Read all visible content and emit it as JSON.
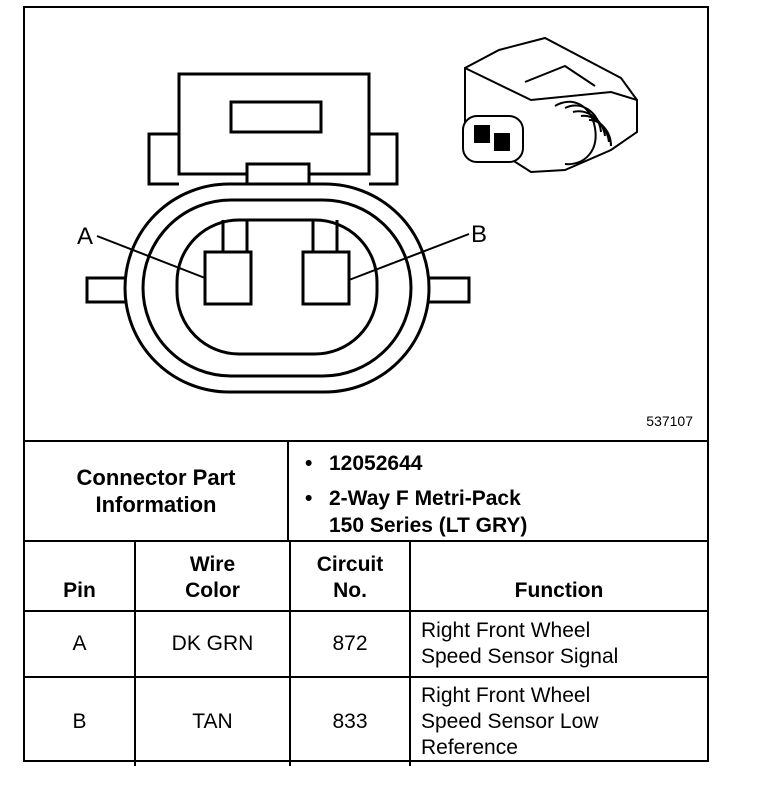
{
  "diagram": {
    "pin_labels": [
      "A",
      "B"
    ],
    "figure_id": "537107"
  },
  "connector_info": {
    "title": "Connector Part\nInformation",
    "bullets": [
      "12052644",
      "2-Way F Metri-Pack\n150 Series (LT GRY)"
    ]
  },
  "pin_table": {
    "headers": [
      "Pin",
      "Wire\nColor",
      "Circuit\nNo.",
      "Function"
    ],
    "rows": [
      {
        "pin": "A",
        "wire_color": "DK GRN",
        "circuit": "872",
        "function": "Right Front Wheel\nSpeed Sensor Signal"
      },
      {
        "pin": "B",
        "wire_color": "TAN",
        "circuit": "833",
        "function": "Right Front Wheel\nSpeed Sensor Low\nReference"
      }
    ]
  }
}
